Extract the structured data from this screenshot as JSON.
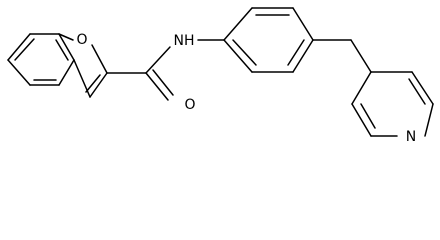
{
  "molecule": {
    "atom_labels": {
      "furan_oxygen": "O",
      "amide_nitrogen": "NH",
      "carbonyl_oxygen": "O",
      "pyridine_nitrogen": "N"
    },
    "colors": {
      "ink": "#000000",
      "background": "#ffffff"
    }
  }
}
